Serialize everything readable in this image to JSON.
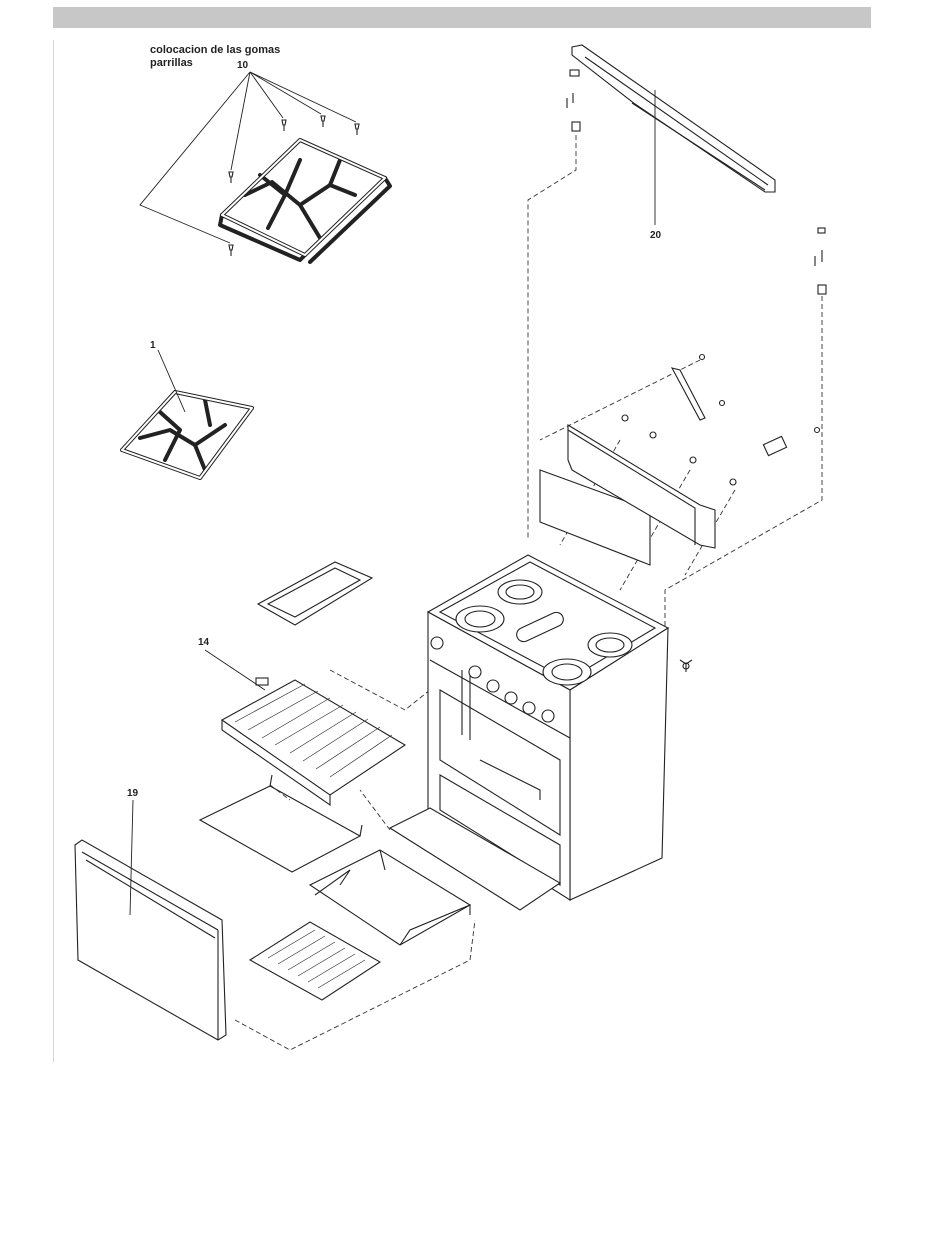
{
  "header": {
    "title": ""
  },
  "annotation": {
    "line1": "colocacion de las gomas",
    "line2": "parrillas"
  },
  "callouts": {
    "c10": "10",
    "c20": "20",
    "c1": "1",
    "c14": "14",
    "c19": "19"
  }
}
